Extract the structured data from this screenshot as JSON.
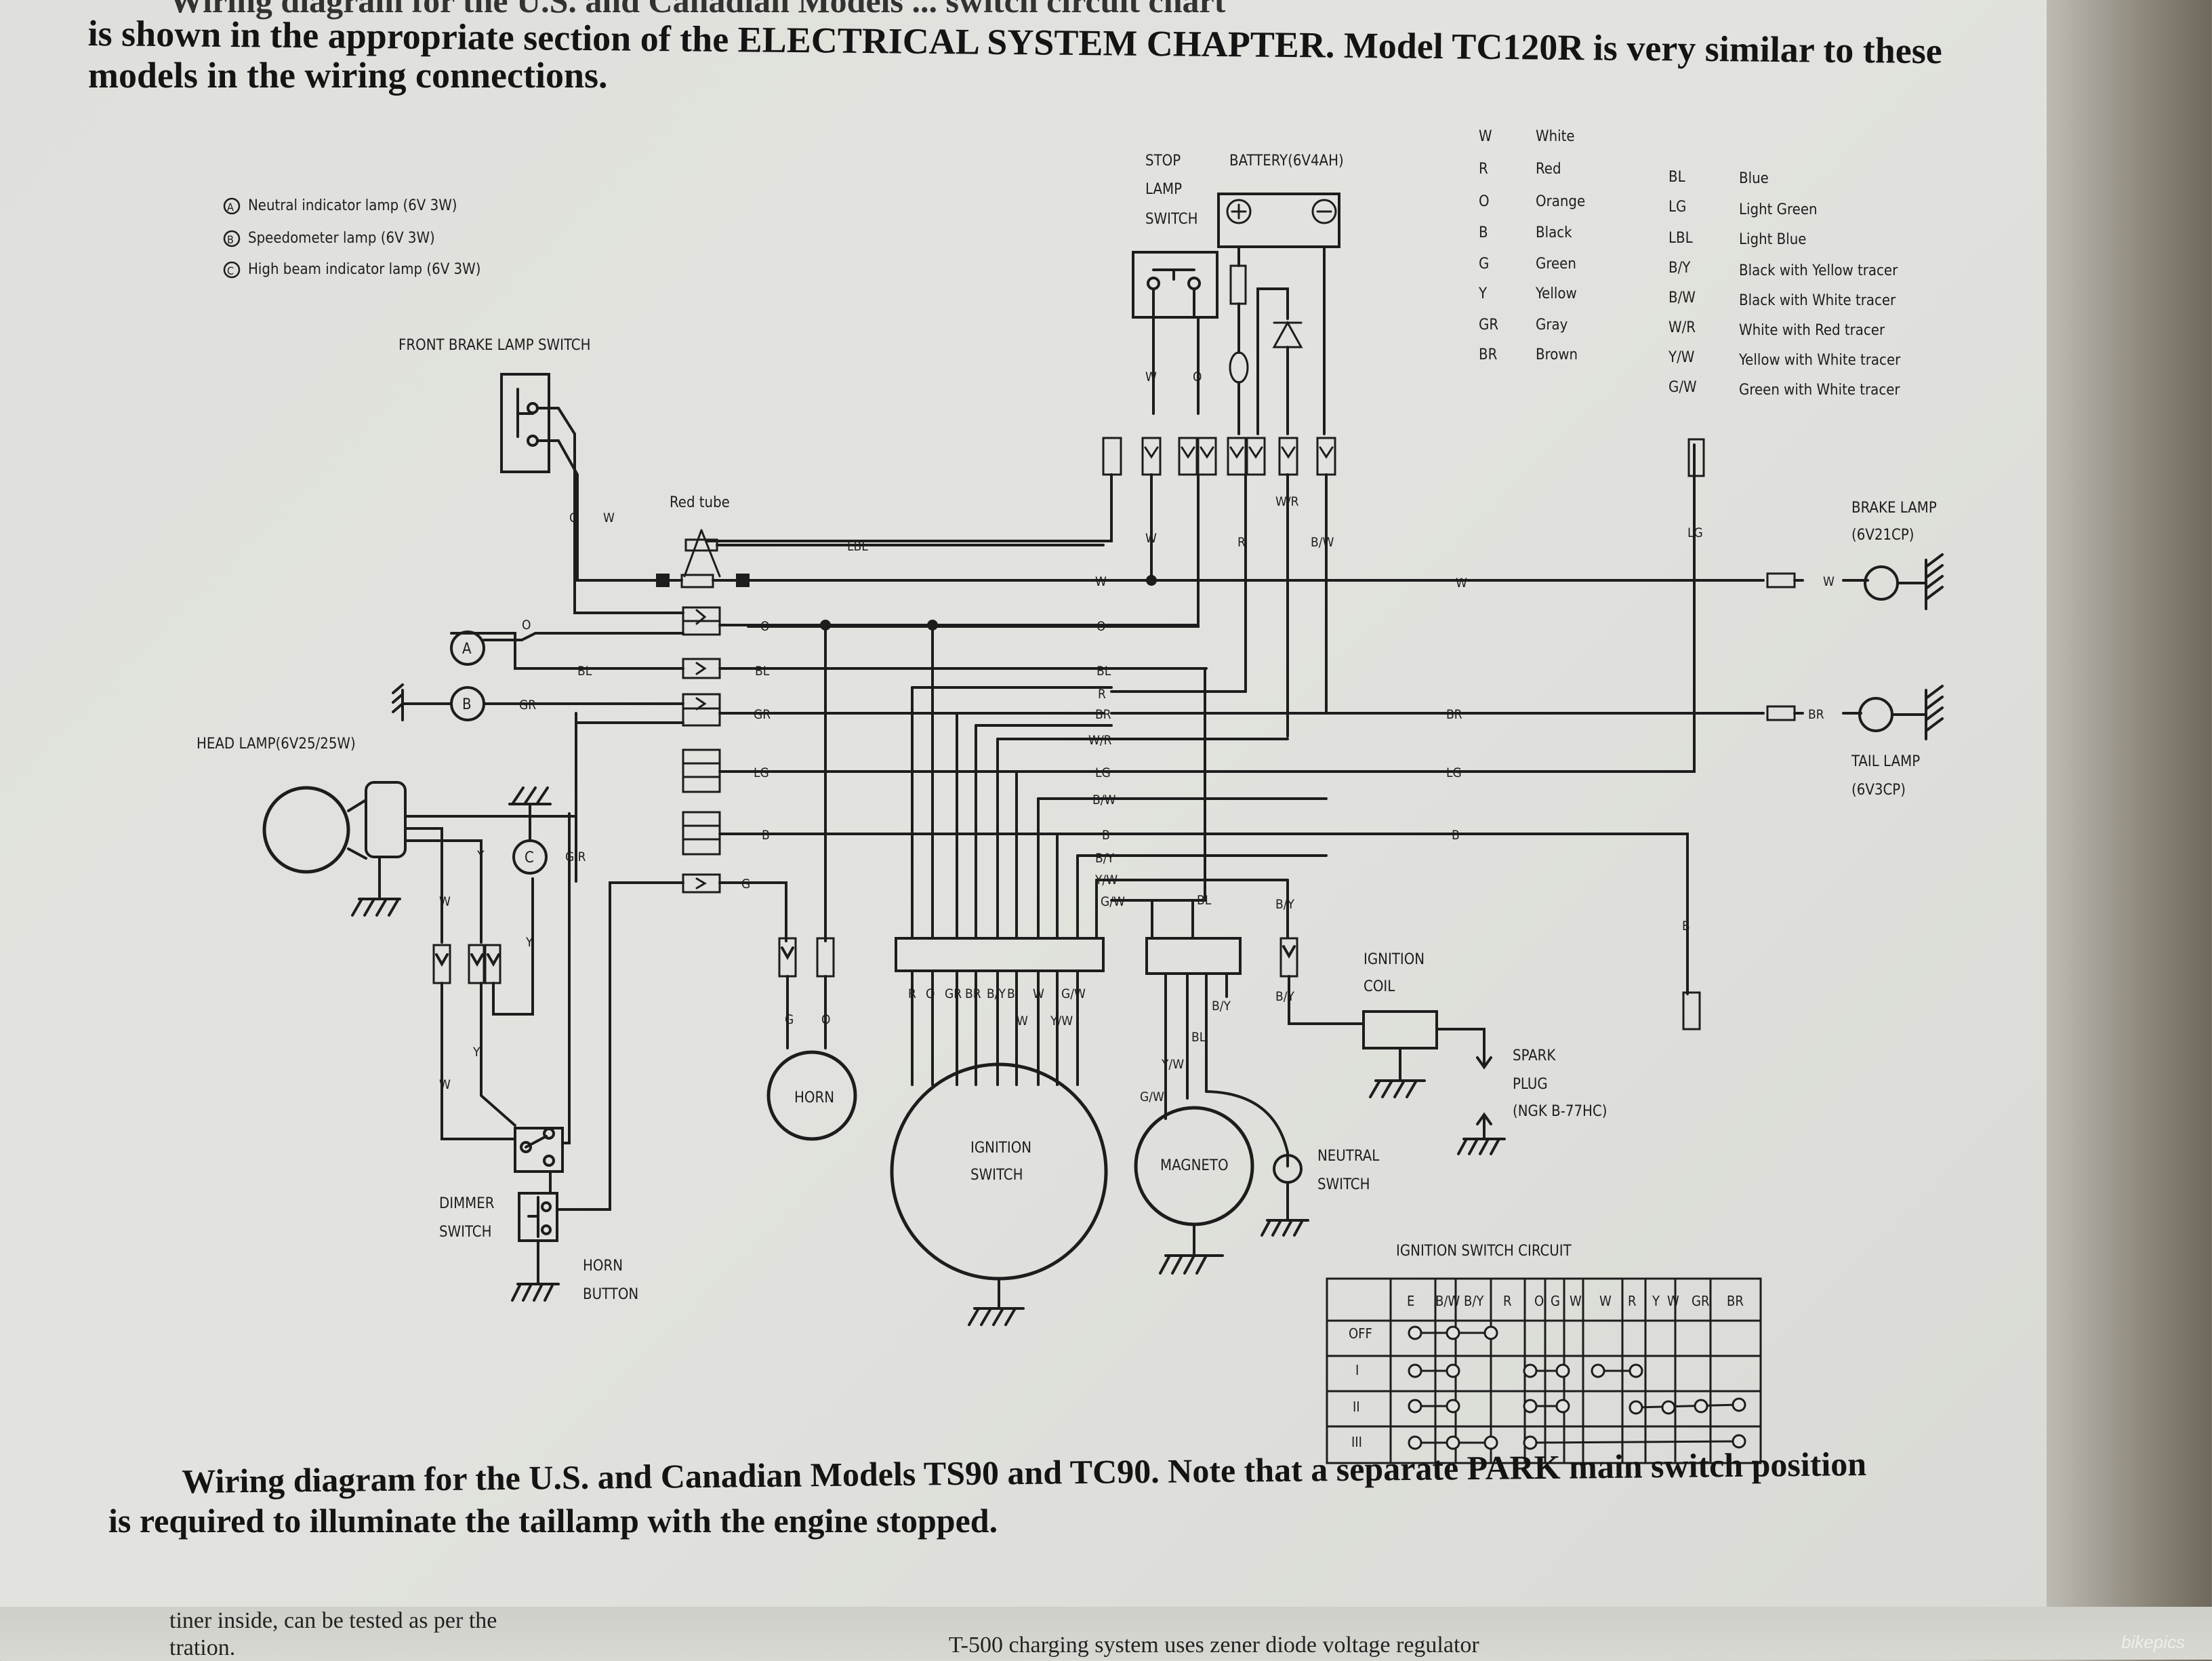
{
  "header": {
    "line0": "Wiring diagram for the U.S. and Canadian Models ... switch circuit chart",
    "line1": "is shown in the appropriate section of the ELECTRICAL SYSTEM CHAPTER. Model TC120R is very similar to these",
    "line2": "models in the wiring connections."
  },
  "lamps_legend": [
    {
      "key": "A",
      "text": "Neutral indicator lamp (6V 3W)"
    },
    {
      "key": "B",
      "text": "Speedometer lamp (6V 3W)"
    },
    {
      "key": "C",
      "text": "High beam indicator lamp (6V 3W)"
    }
  ],
  "color_legend_left": [
    {
      "code": "W",
      "name": "White"
    },
    {
      "code": "R",
      "name": "Red"
    },
    {
      "code": "O",
      "name": "Orange"
    },
    {
      "code": "B",
      "name": "Black"
    },
    {
      "code": "G",
      "name": "Green"
    },
    {
      "code": "Y",
      "name": "Yellow"
    },
    {
      "code": "GR",
      "name": "Gray"
    },
    {
      "code": "BR",
      "name": "Brown"
    }
  ],
  "color_legend_right": [
    {
      "code": "BL",
      "name": "Blue"
    },
    {
      "code": "LG",
      "name": "Light Green"
    },
    {
      "code": "LBL",
      "name": "Light Blue"
    },
    {
      "code": "B/Y",
      "name": "Black with Yellow tracer"
    },
    {
      "code": "B/W",
      "name": "Black with White tracer"
    },
    {
      "code": "W/R",
      "name": "White with Red tracer"
    },
    {
      "code": "Y/W",
      "name": "Yellow with White tracer"
    },
    {
      "code": "G/W",
      "name": "Green with White tracer"
    }
  ],
  "components": {
    "stop_lamp_switch": [
      "STOP",
      "LAMP",
      "SWITCH"
    ],
    "battery": "BATTERY(6V4AH)",
    "front_brake_lamp_switch": "FRONT BRAKE LAMP SWITCH",
    "red_tube": "Red tube",
    "head_lamp": "HEAD LAMP(6V25/25W)",
    "brake_lamp": [
      "BRAKE LAMP",
      "(6V21CP)"
    ],
    "tail_lamp": [
      "TAIL LAMP",
      "(6V3CP)"
    ],
    "horn": "HORN",
    "ignition_switch": [
      "IGNITION",
      "SWITCH"
    ],
    "magneto": "MAGNETO",
    "neutral_switch": [
      "NEUTRAL",
      "SWITCH"
    ],
    "ignition_coil": [
      "IGNITION",
      "COIL"
    ],
    "spark_plug": [
      "SPARK",
      "PLUG",
      "(NGK B-77HC)"
    ],
    "dimmer_switch": [
      "DIMMER",
      "SWITCH"
    ],
    "horn_button": [
      "HORN",
      "BUTTON"
    ],
    "lamp_a": "A",
    "lamp_b": "B",
    "lamp_c": "C"
  },
  "ignition_circuit": {
    "title": "IGNITION SWITCH CIRCUIT",
    "columns": [
      "E",
      "B/W",
      "B/Y",
      "R",
      "O",
      "G",
      "W",
      "W",
      "R",
      "Y",
      "W",
      "GR",
      "BR"
    ],
    "rows": [
      "OFF",
      "I",
      "II",
      "III"
    ]
  },
  "caption": {
    "line1": "Wiring diagram for the U.S. and Canadian Models TS90 and TC90. Note that a separate PARK main switch position",
    "line2": "is required to illuminate the taillamp with the engine stopped."
  },
  "next_page": {
    "left": "tiner inside, can be tested as per the",
    "left2": "tration.",
    "right": "T-500 charging system uses zener diode voltage regulator"
  },
  "watermark": "bikepics"
}
